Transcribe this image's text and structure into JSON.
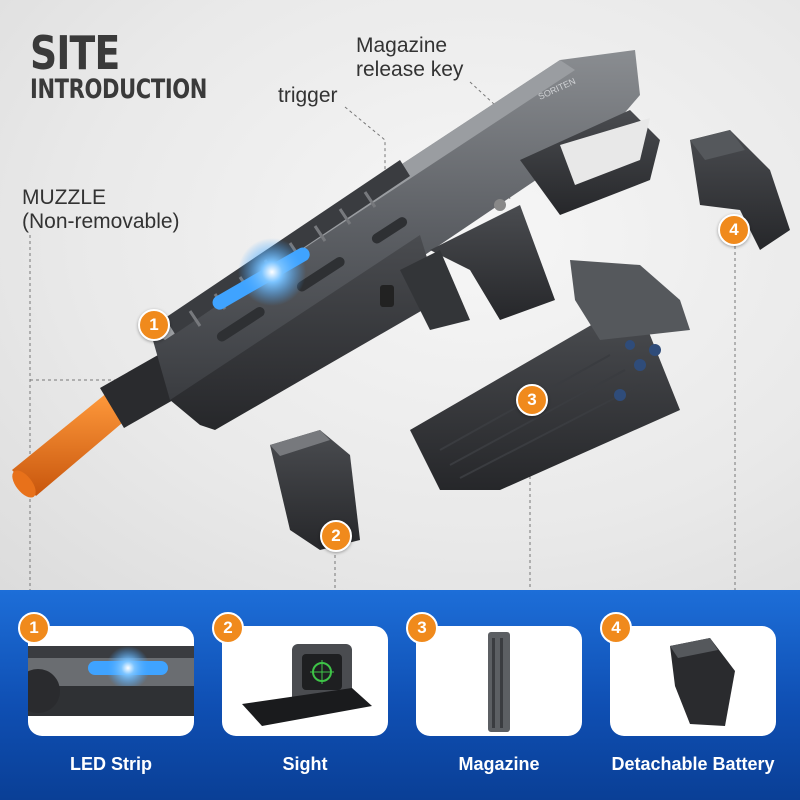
{
  "title": {
    "line1": "SITE",
    "line2": "INTRODUCTION"
  },
  "callouts": {
    "muzzle": {
      "line1": "MUZZLE",
      "line2": "(Non-removable)"
    },
    "trigger": "trigger",
    "magazine_release": {
      "line1": "Magazine",
      "line2": "release key"
    }
  },
  "markers": [
    "1",
    "2",
    "3",
    "4"
  ],
  "brand": "SORITEN",
  "features": [
    {
      "number": "1",
      "label": "LED Strip",
      "icon": "led-strip-closeup"
    },
    {
      "number": "2",
      "label": "Sight",
      "icon": "reflex-sight"
    },
    {
      "number": "3",
      "label": "Magazine",
      "icon": "magazine"
    },
    {
      "number": "4",
      "label": "Detachable Battery",
      "icon": "battery-pack"
    }
  ],
  "colors": {
    "accent": "#f08a1c",
    "band": "#1d6ed8",
    "gun_body": "#5c5f63",
    "muzzle_tip": "#e8711a",
    "led": "#3fa3ff"
  }
}
